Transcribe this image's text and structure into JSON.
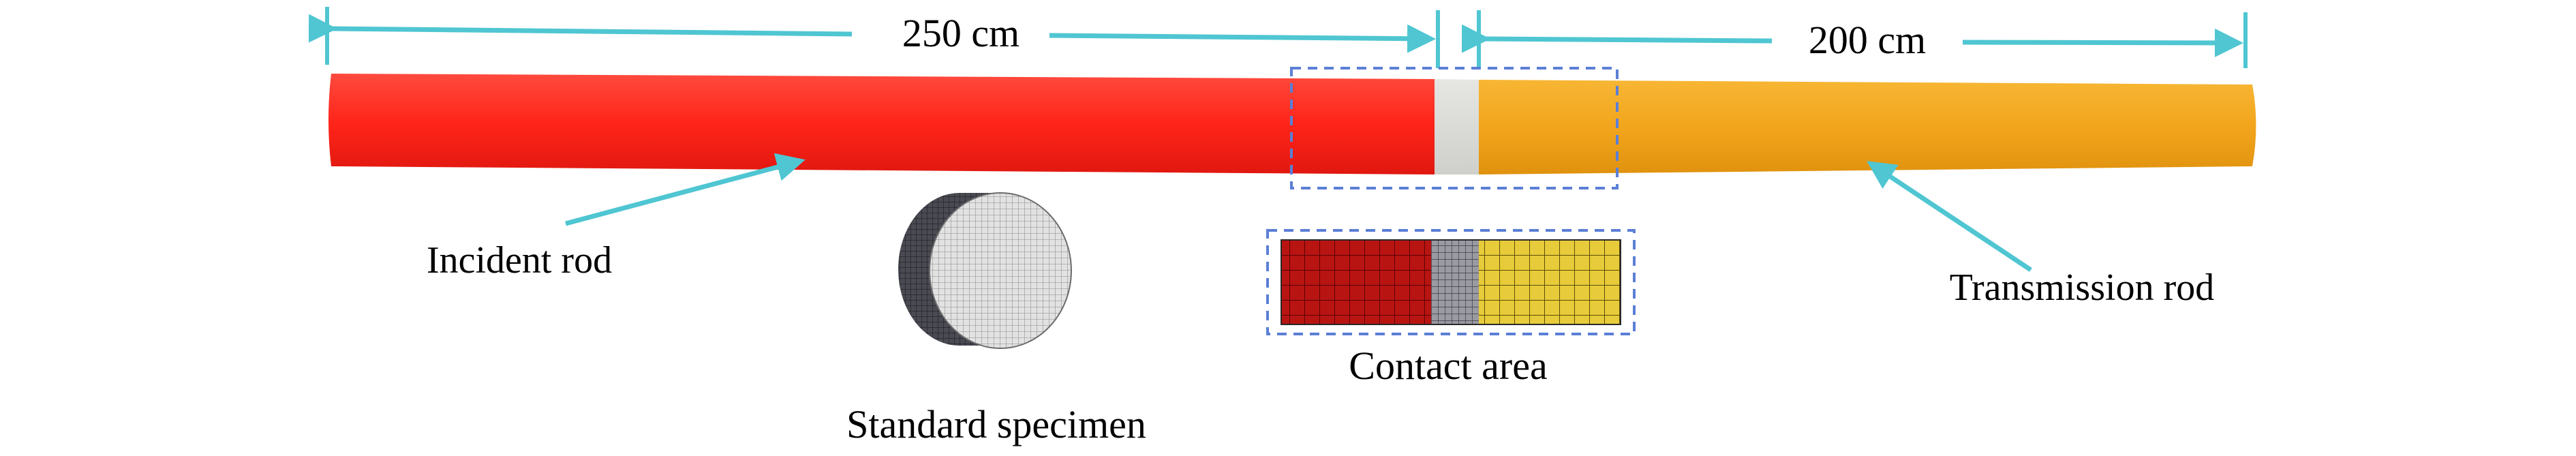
{
  "dimensions": {
    "incident_length": "250 cm",
    "transmission_length": "200 cm"
  },
  "labels": {
    "incident_rod": "Incident rod",
    "transmission_rod": "Transmission rod",
    "standard_specimen": "Standard specimen",
    "contact_area": "Contact area"
  },
  "colors": {
    "incident_rod": "#ff2a1f",
    "transmission_rod": "#f2a71f",
    "specimen": "#d9d9d6",
    "dimension_arrow": "#4fc6d2",
    "dashed_box": "#5b7fd6",
    "mesh_red": "#b01010",
    "mesh_yellow": "#e6c834",
    "mesh_gray": "#8c8c94"
  }
}
